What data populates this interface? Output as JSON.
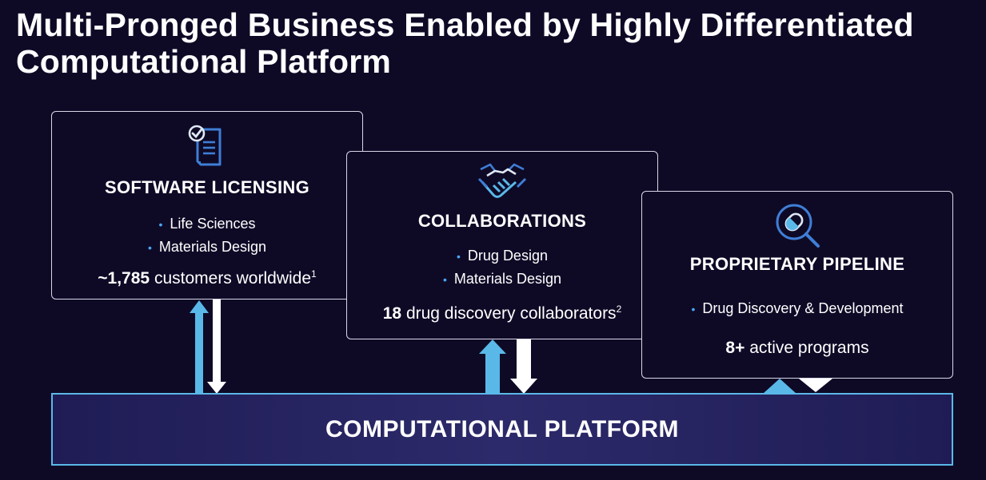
{
  "title": "Multi-Pronged Business Enabled by Highly Differentiated Computational Platform",
  "colors": {
    "background": "#0e0a26",
    "accent_blue": "#5ab8e8",
    "bullet_blue": "#4da6ff",
    "icon_blue": "#3f7ed6",
    "platform_fill": "#262466"
  },
  "cards": [
    {
      "heading": "SOFTWARE LICENSING",
      "icon": "checklist-document-icon",
      "bullets": [
        "Life Sciences",
        "Materials Design"
      ],
      "stat_value": "~1,785",
      "stat_text": "customers worldwide",
      "stat_footnote": "1"
    },
    {
      "heading": "COLLABORATIONS",
      "icon": "handshake-icon",
      "bullets": [
        "Drug Design",
        "Materials Design"
      ],
      "stat_value": "18",
      "stat_text": "drug discovery collaborators",
      "stat_footnote": "2"
    },
    {
      "heading": "PROPRIETARY PIPELINE",
      "icon": "pill-magnifier-icon",
      "bullets": [
        "Drug Discovery & Development"
      ],
      "stat_value": "8+",
      "stat_text": "active programs",
      "stat_footnote": ""
    }
  ],
  "platform": {
    "label": "COMPUTATIONAL PLATFORM"
  }
}
